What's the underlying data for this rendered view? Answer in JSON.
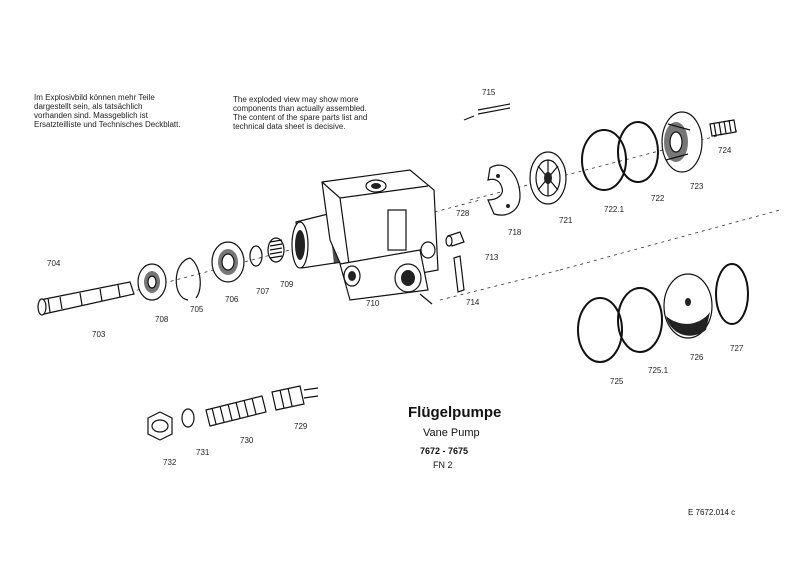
{
  "notes": {
    "german": [
      "Im Explosivbild können mehr Teile",
      "dargestellt sein, als tatsächlich",
      "vorhanden sind. Massgeblich ist",
      "Ersatzteilliste und Technisches Deckblatt."
    ],
    "english": [
      "The exploded view may show more",
      "components than actually assembled.",
      "The content of the spare parts list and",
      "technical data sheet is decisive."
    ]
  },
  "title": {
    "german": "Flügelpumpe",
    "english": "Vane Pump",
    "model_range": "7672 - 7675",
    "fn": "FN 2"
  },
  "drawing_ref": "E 7672.014 c",
  "parts": {
    "p703": "703",
    "p704": "704",
    "p705": "705",
    "p706": "706",
    "p707": "707",
    "p708": "708",
    "p709": "709",
    "p710": "710",
    "p713": "713",
    "p714": "714",
    "p715": "715",
    "p718": "718",
    "p721": "721",
    "p722": "722",
    "p7221": "722.1",
    "p723": "723",
    "p724": "724",
    "p725": "725",
    "p7251": "725.1",
    "p726": "726",
    "p727": "727",
    "p728": "728",
    "p729": "729",
    "p730": "730",
    "p731": "731",
    "p732": "732"
  }
}
